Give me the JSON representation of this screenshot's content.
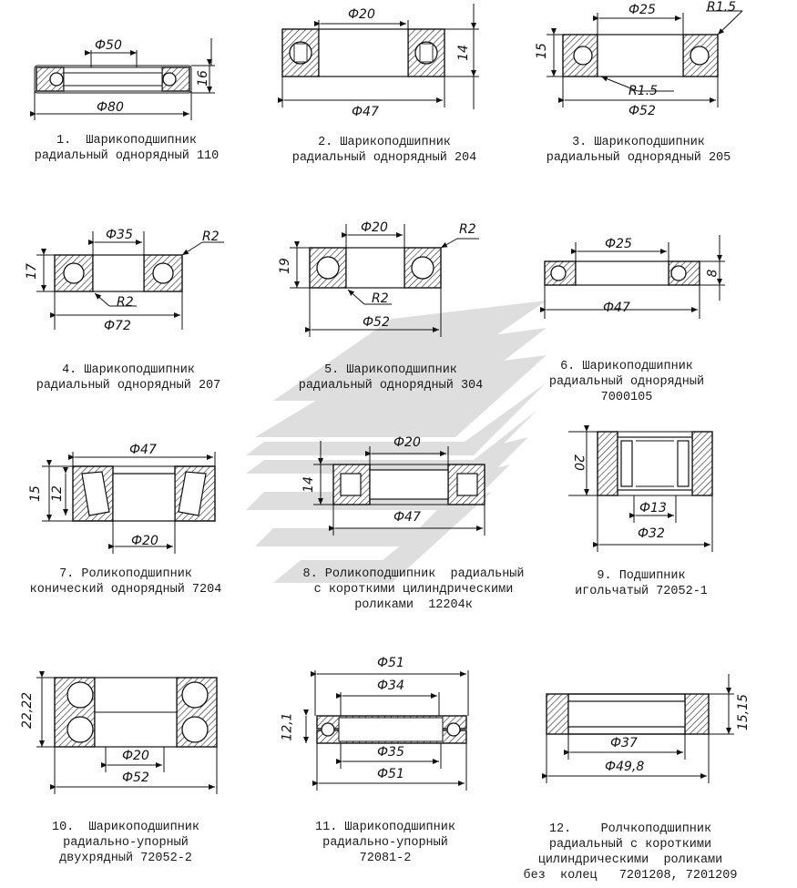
{
  "bearings": [
    {
      "id": 1,
      "caption": "1.  Шарикоподшипник\nрадиальный однорядный 110",
      "dims": {
        "inner": "Ф50",
        "outer": "Ф80",
        "height": "16"
      }
    },
    {
      "id": 2,
      "caption": "2. Шарикоподшипник\nрадиальный однорядный 204",
      "dims": {
        "inner": "Ф20",
        "outer": "Ф47",
        "height": "14"
      }
    },
    {
      "id": 3,
      "caption": "3. Шарикоподшипник\nрадиальный однорядный 205",
      "dims": {
        "inner": "Ф25",
        "outer": "Ф52",
        "height": "15",
        "radius_top": "R1.5",
        "radius_bottom": "R1.5"
      }
    },
    {
      "id": 4,
      "caption": "4. Шарикоподшипник\nрадиальный однорядный 207",
      "dims": {
        "inner": "Ф35",
        "outer": "Ф72",
        "height": "17",
        "radius_top": "R2",
        "radius_bottom": "R2"
      }
    },
    {
      "id": 5,
      "caption": "5. Шарикоподшипник\nрадиальный однорядный 304",
      "dims": {
        "inner": "Ф20",
        "outer": "Ф52",
        "height": "19",
        "radius_top": "R2",
        "radius_bottom": "R2"
      }
    },
    {
      "id": 6,
      "caption": "6. Шарикоподшипник\nрадиальный однорядный\n7000105",
      "dims": {
        "inner": "Ф25",
        "outer": "Ф47",
        "height": "8"
      }
    },
    {
      "id": 7,
      "caption": "7. Роликоподшипник\nконический однорядный 7204",
      "dims": {
        "inner": "Ф20",
        "outer": "Ф47",
        "height": "15",
        "height2": "12"
      }
    },
    {
      "id": 8,
      "caption": "8. Роликоподшипник  радиальный\nс короткими цилиндрическими\nроликами  12204к",
      "dims": {
        "inner": "Ф20",
        "outer": "Ф47",
        "height": "14"
      }
    },
    {
      "id": 9,
      "caption": "9. Подшипник\nигольчатый 72052-1",
      "dims": {
        "inner": "Ф13",
        "outer": "Ф32",
        "height": "20"
      }
    },
    {
      "id": 10,
      "caption": "10.  Шарикоподшипник\nрадиально-упорный\nдвухрядный 72052-2",
      "dims": {
        "inner": "Ф20",
        "outer": "Ф52",
        "height": "22,22"
      }
    },
    {
      "id": 11,
      "caption": "11. Шарикоподшипник\nрадиально-упорный\n72081-2",
      "dims": {
        "top_outer": "Ф51",
        "top_inner": "Ф34",
        "bottom_inner": "Ф35",
        "bottom_outer": "Ф51",
        "height": "12,1"
      }
    },
    {
      "id": 12,
      "caption": "12.    Ролчкоподшипник\nрадиальный с короткими\nцилиндрическими  роликами\nбез  колец   7201208, 7201209",
      "dims": {
        "inner": "Ф37",
        "outer": "Ф49,8",
        "height": "15,15"
      }
    }
  ]
}
